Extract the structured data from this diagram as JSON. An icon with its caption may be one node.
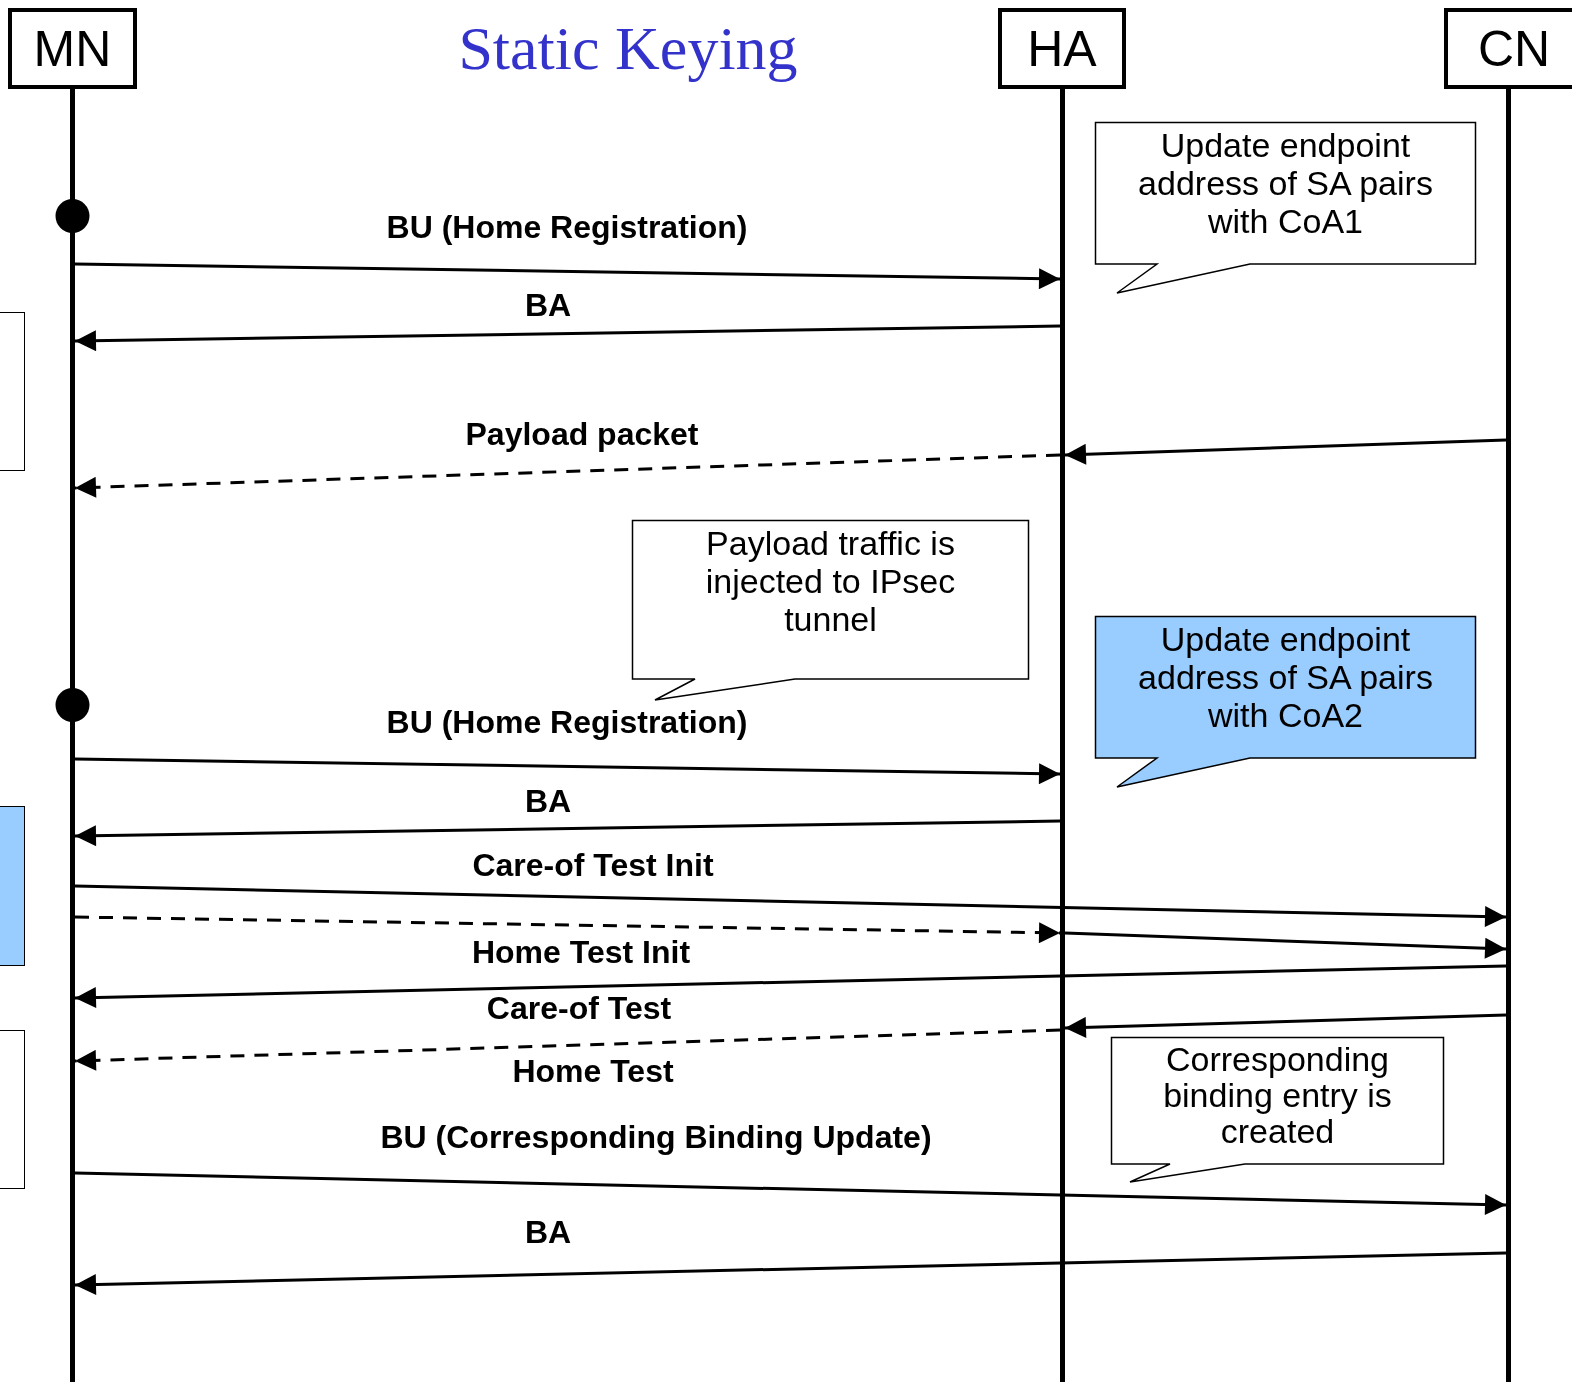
{
  "diagram": {
    "title": "Static Keying",
    "nodes": [
      {
        "text": [
          "MN"
        ]
      },
      {
        "text": [
          "HA"
        ]
      },
      {
        "text": [
          "CN"
        ]
      },
      {
        "text": [],
        "shape": "bar"
      },
      {
        "text": [],
        "shape": "bar"
      },
      {
        "text": [],
        "shape": "bar"
      },
      {
        "text": [
          "Update endpoint address of SA pairs with CoA1"
        ]
      },
      {
        "text": [],
        "shape": "box"
      },
      {
        "text": [
          "Payload traffic is injected to IPsec tunnel"
        ]
      },
      {
        "text": [
          "Update endpoint address of SA pairs with CoA2"
        ]
      },
      {
        "text": [],
        "shape": "box"
      },
      {
        "text": [],
        "shape": "box"
      },
      {
        "text": [
          "Corresponding binding entry is created"
        ]
      }
    ],
    "edges": [
      {
        "from": 3,
        "to": 4,
        "arrow": "to",
        "label": "BU (Home Registration)"
      },
      {
        "from": 4,
        "to": 3,
        "arrow": "to",
        "label": "BA"
      },
      {
        "from": 5,
        "to": 4,
        "arrow": "to"
      },
      {
        "from": 4,
        "to": 3,
        "arrow": "to",
        "label": "Payload packet",
        "style": "dashed"
      },
      {
        "from": 3,
        "to": 4,
        "arrow": "to",
        "label": "BU (Home Registration)"
      },
      {
        "from": 4,
        "to": 3,
        "arrow": "to",
        "label": "BA"
      },
      {
        "from": 3,
        "to": 5,
        "arrow": "to",
        "label": "Care-of Test Init"
      },
      {
        "from": 3,
        "to": 4,
        "arrow": "to",
        "label": "Home Test Init",
        "style": "dashed"
      },
      {
        "from": 4,
        "to": 5,
        "arrow": "to"
      },
      {
        "from": 5,
        "to": 3,
        "arrow": "to",
        "label": "Care-of Test"
      },
      {
        "from": 5,
        "to": 4,
        "arrow": "to"
      },
      {
        "from": 4,
        "to": 3,
        "arrow": "to",
        "label": "Home Test",
        "style": "dashed"
      },
      {
        "from": 3,
        "to": 5,
        "arrow": "to",
        "label": "BU (Corresponding Binding Update)"
      },
      {
        "from": 5,
        "to": 3,
        "arrow": "to",
        "label": "BA"
      }
    ]
  }
}
